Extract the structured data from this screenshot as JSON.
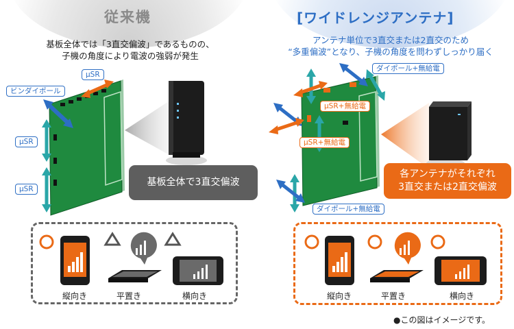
{
  "conventional": {
    "title": "従来機",
    "desc_line1": "基板全体では「3直交偏波」であるものの、",
    "desc_line2": "子機の角度により電波の強弱が発生",
    "tag_dipole": "ビンダイポール",
    "tag_usr_top": "μSR",
    "tag_usr_mid": "μSR",
    "tag_usr_bottom": "μSR",
    "callout": "基板全体で3直交偏波",
    "devices": [
      {
        "mark": "○",
        "label": "縦向き"
      },
      {
        "mark": "△",
        "label": "平置き"
      },
      {
        "mark": "△",
        "label": "横向き"
      }
    ]
  },
  "wide_range": {
    "title": "[ワイドレンジアンテナ]",
    "desc_line1": "アンテナ単位で3直交または2直交のため",
    "desc_line2": "“多重偏波”となり、子機の角度を問わずしっかり届く",
    "tag_dipole_top": "ダイポール+無給電",
    "tag_usr_1": "μSR+無給電",
    "tag_usr_2": "μSR+無給電",
    "tag_dipole_bottom": "ダイポール+無給電",
    "callout_line1": "各アンテナがそれぞれ",
    "callout_line2": "3直交または2直交偏波",
    "devices": [
      {
        "mark": "○",
        "label": "縦向き"
      },
      {
        "mark": "○",
        "label": "平置き"
      },
      {
        "mark": "○",
        "label": "横向き"
      }
    ]
  },
  "note": "●この図はイメージです。",
  "colors": {
    "blue": "#2d6ec4",
    "orange": "#ea6a16",
    "teal": "#2aa6a8",
    "board": "#1f8a3f",
    "gray": "#5e5e5e"
  }
}
